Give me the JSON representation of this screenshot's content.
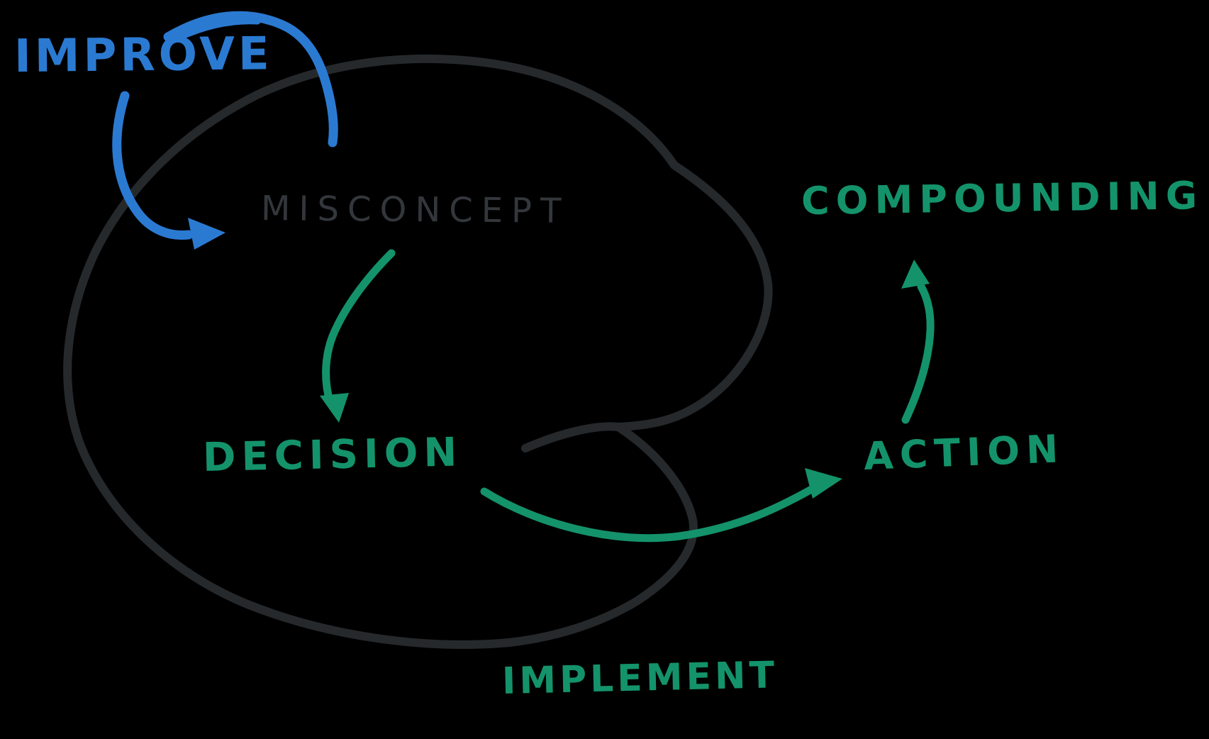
{
  "page": {
    "background": "#000000",
    "kind": "hand-drawn whiteboard flow diagram"
  },
  "palette": {
    "blue": "#2B7AD2",
    "green": "#14936B",
    "ink": "#26292C",
    "ink_light": "#33373C"
  },
  "labels": {
    "improve": {
      "text": "IMPROVE",
      "color": "#2B7AD2"
    },
    "misconcept": {
      "text": "MISCONCEPT",
      "color": "#33373C"
    },
    "decision": {
      "text": "DECISION",
      "color": "#14936B"
    },
    "action": {
      "text": "ACTION",
      "color": "#14936B"
    },
    "compounding": {
      "text": "COMPOUNDING",
      "color": "#14936B"
    },
    "implement": {
      "text": "IMPLEMENT",
      "color": "#14936B"
    }
  },
  "flow": {
    "nodes": [
      "MISCONCEPT",
      "DECISION",
      "ACTION",
      "COMPOUNDING"
    ],
    "edges": [
      {
        "from": "IMPROVE",
        "to": "MISCONCEPT",
        "color": "#2B7AD2",
        "style": "curved-arrow"
      },
      {
        "from": "MISCONCEPT",
        "to": "DECISION",
        "color": "#14936B",
        "style": "curved-arrow"
      },
      {
        "from": "DECISION",
        "to": "ACTION",
        "color": "#14936B",
        "style": "curved-arrow"
      },
      {
        "from": "ACTION",
        "to": "COMPOUNDING",
        "color": "#14936B",
        "style": "curved-arrow"
      }
    ],
    "annotations": [
      "large free-hand loop enclosing MISCONCEPT and DECISION with a pinched notch on its right side",
      "blue arc doodle above IMPROVE dipping into the loop",
      "IMPLEMENT written beneath the loop"
    ]
  }
}
